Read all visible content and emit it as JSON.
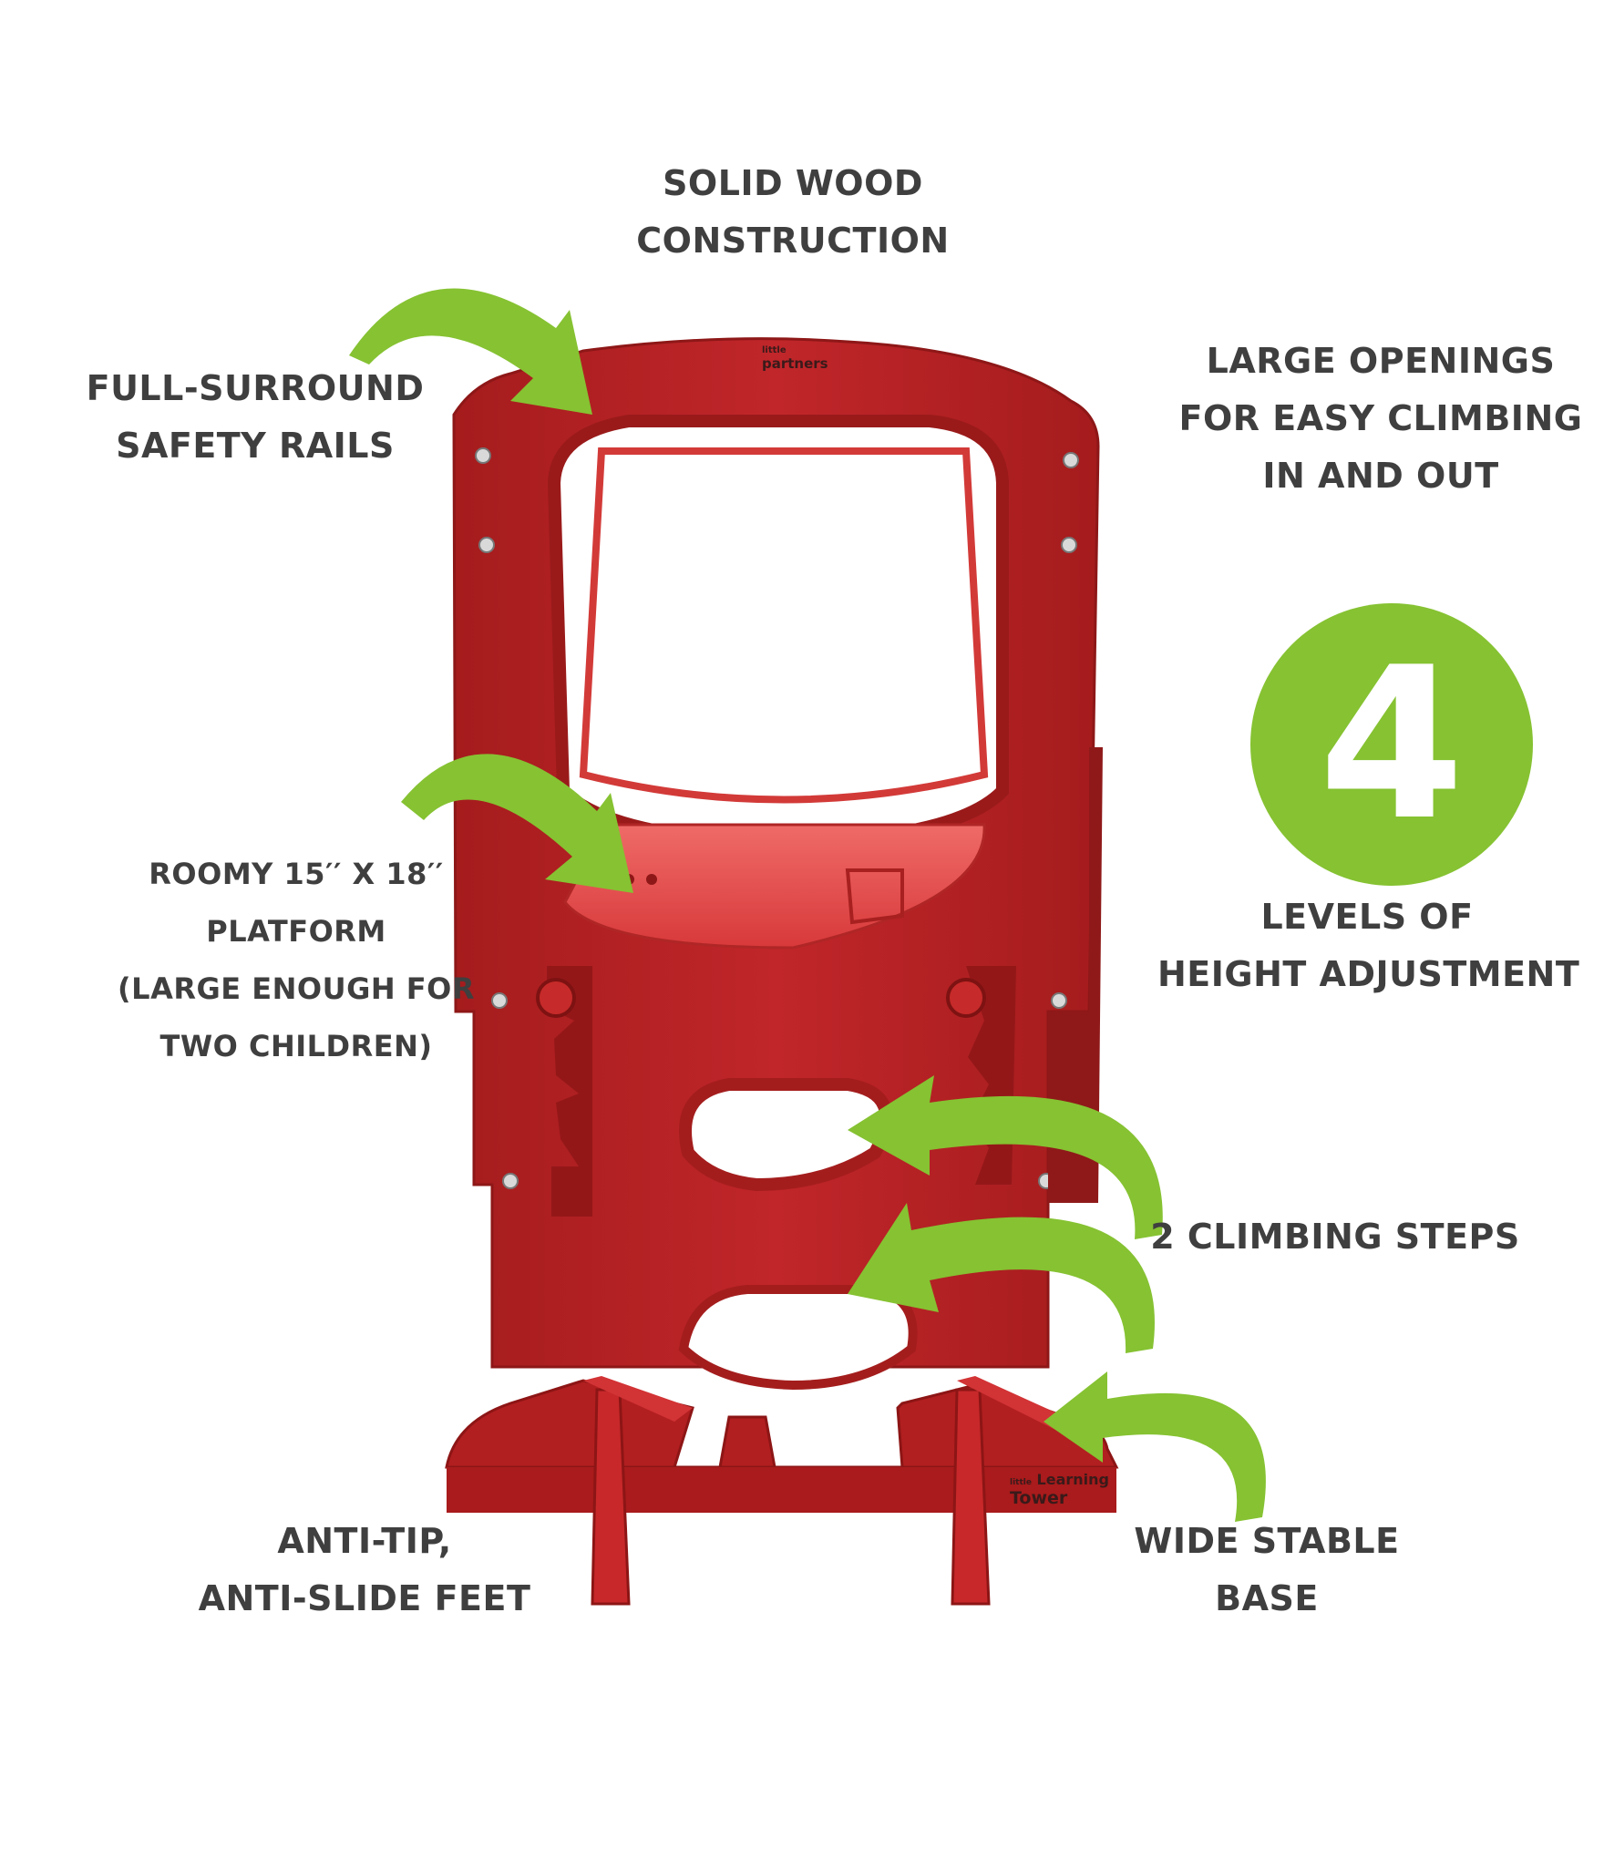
{
  "labels": {
    "construction": [
      "SOLID WOOD",
      "CONSTRUCTION"
    ],
    "safety_rails": [
      "FULL-SURROUND",
      "SAFETY RAILS"
    ],
    "openings": [
      "LARGE OPENINGS",
      "FOR EASY CLIMBING",
      "IN AND OUT"
    ],
    "platform": [
      "ROOMY 15′′ X 18′′",
      "PLATFORM",
      "(LARGE ENOUGH FOR",
      "TWO CHILDREN)"
    ],
    "levels": [
      "LEVELS OF",
      "HEIGHT ADJUSTMENT"
    ],
    "steps": "2 CLIMBING STEPS",
    "feet": [
      "ANTI-TIP,",
      "ANTI-SLIDE FEET"
    ],
    "base": [
      "WIDE STABLE",
      "BASE"
    ]
  },
  "badge_number": "4",
  "brand": {
    "top_logo": "partners",
    "top_logo_small": "little",
    "bottom_logo_small": "little",
    "bottom_logo_1": "Learning",
    "bottom_logo_2": "Tower"
  },
  "colors": {
    "accent_green": "#86c232",
    "tower_red": "#b8201f",
    "label_text": "#3f3f3f"
  }
}
